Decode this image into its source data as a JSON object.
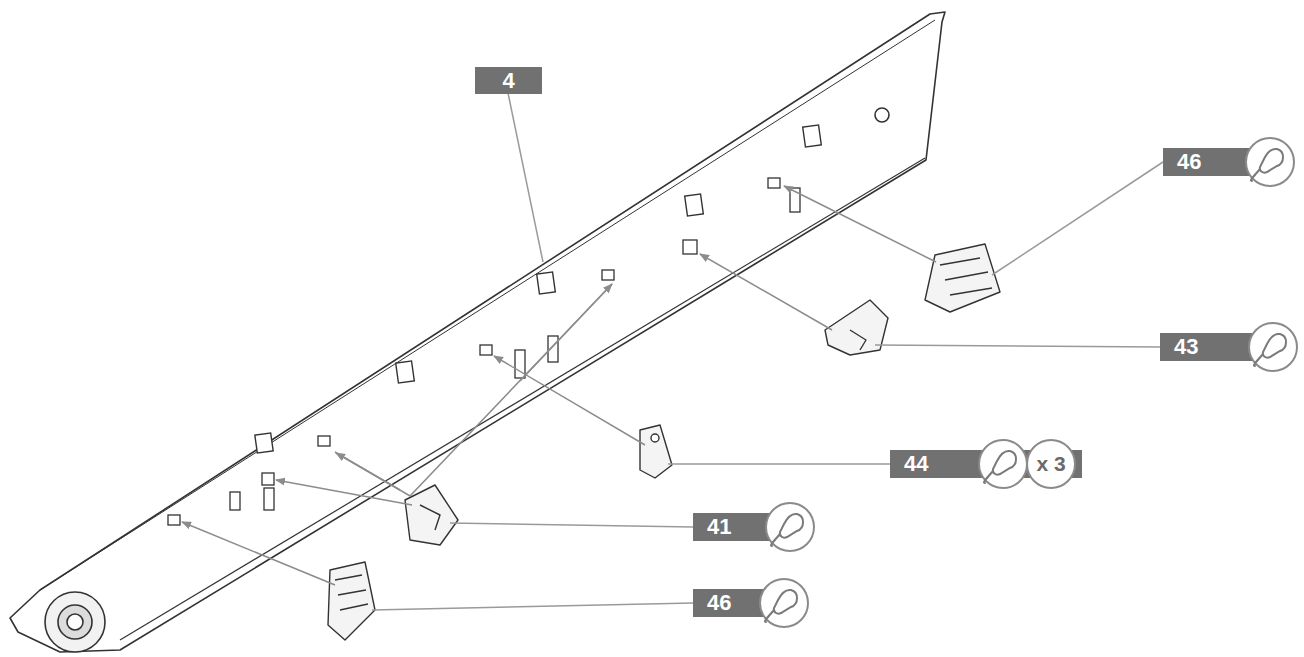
{
  "diagram": {
    "nodes": [
      {
        "text": [
          "4"
        ]
      },
      {
        "text": [
          "46"
        ]
      },
      {
        "text": [
          "43"
        ]
      },
      {
        "text": [
          "44",
          "x 3"
        ]
      },
      {
        "text": [
          "41"
        ]
      },
      {
        "text": [
          "46"
        ]
      }
    ]
  }
}
